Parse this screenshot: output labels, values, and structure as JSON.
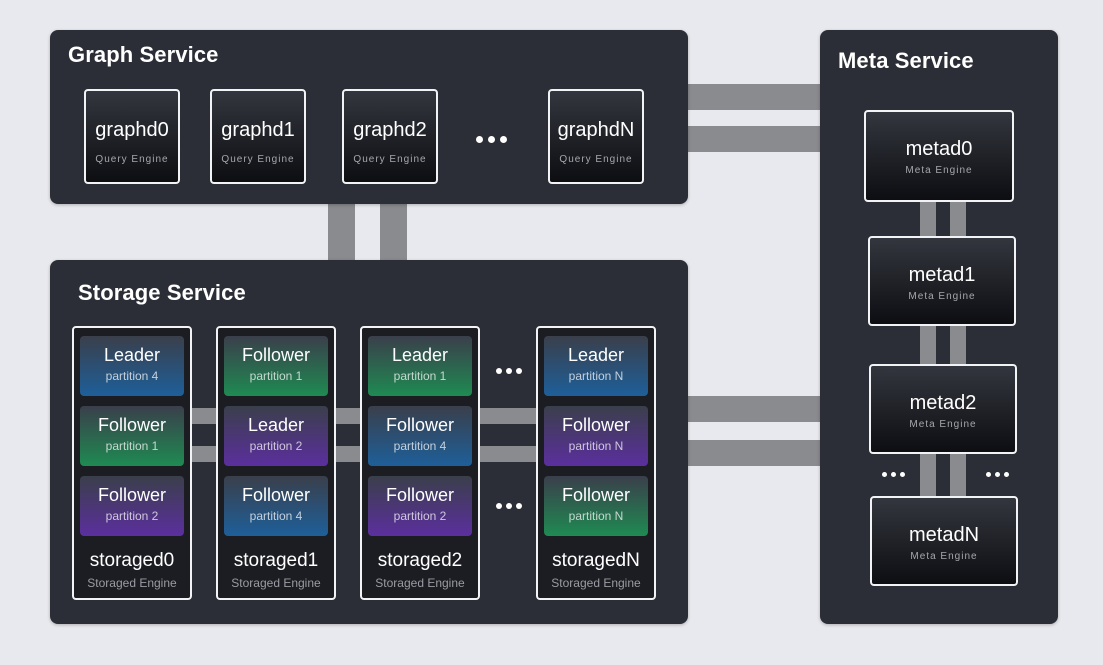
{
  "graph_service": {
    "title": "Graph Service",
    "nodes": [
      {
        "name": "graphd0",
        "engine": "Query Engine"
      },
      {
        "name": "graphd1",
        "engine": "Query Engine"
      },
      {
        "name": "graphd2",
        "engine": "Query Engine"
      },
      {
        "name": "graphdN",
        "engine": "Query Engine"
      }
    ]
  },
  "meta_service": {
    "title": "Meta Service",
    "nodes": [
      {
        "name": "metad0",
        "engine": "Meta Engine"
      },
      {
        "name": "metad1",
        "engine": "Meta Engine"
      },
      {
        "name": "metad2",
        "engine": "Meta Engine"
      },
      {
        "name": "metadN",
        "engine": "Meta Engine"
      }
    ]
  },
  "storage_service": {
    "title": "Storage Service",
    "nodes": [
      {
        "name": "storaged0",
        "engine": "Storaged Engine",
        "partitions": [
          {
            "role": "Leader",
            "partition": "partition 4",
            "color": "blue"
          },
          {
            "role": "Follower",
            "partition": "partition 1",
            "color": "green"
          },
          {
            "role": "Follower",
            "partition": "partition 2",
            "color": "purple"
          }
        ]
      },
      {
        "name": "storaged1",
        "engine": "Storaged Engine",
        "partitions": [
          {
            "role": "Follower",
            "partition": "partition 1",
            "color": "green"
          },
          {
            "role": "Leader",
            "partition": "partition 2",
            "color": "purple"
          },
          {
            "role": "Follower",
            "partition": "partition 4",
            "color": "blue"
          }
        ]
      },
      {
        "name": "storaged2",
        "engine": "Storaged Engine",
        "partitions": [
          {
            "role": "Leader",
            "partition": "partition 1",
            "color": "green"
          },
          {
            "role": "Follower",
            "partition": "partition 4",
            "color": "blue"
          },
          {
            "role": "Follower",
            "partition": "partition 2",
            "color": "purple"
          }
        ]
      },
      {
        "name": "storagedN",
        "engine": "Storaged Engine",
        "partitions": [
          {
            "role": "Leader",
            "partition": "partition N",
            "color": "blue"
          },
          {
            "role": "Follower",
            "partition": "partition N",
            "color": "purple"
          },
          {
            "role": "Follower",
            "partition": "partition N",
            "color": "green"
          }
        ]
      }
    ]
  }
}
